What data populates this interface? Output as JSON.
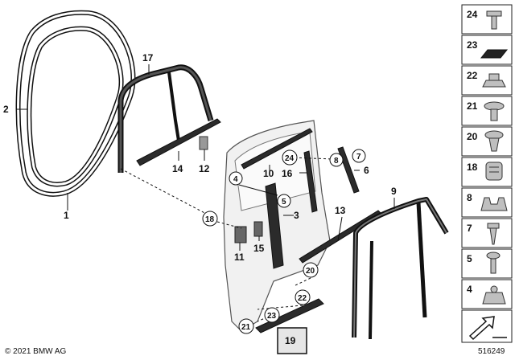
{
  "diagram": {
    "labels": {
      "p1": "1",
      "p2": "2",
      "p3": "3",
      "p4": "4",
      "p5": "5",
      "p6": "6",
      "p7": "7",
      "p8": "8",
      "p9": "9",
      "p10": "10",
      "p11": "11",
      "p12": "12",
      "p13": "13",
      "p14": "14",
      "p15": "15",
      "p16": "16",
      "p17": "17",
      "p18": "18",
      "p19": "19",
      "p20": "20",
      "p21": "21",
      "p22": "22",
      "p23": "23",
      "p24": "24"
    },
    "highlighted_part": "19"
  },
  "legend": {
    "items": [
      {
        "number": "24",
        "icon": "bolt-screw-icon"
      },
      {
        "number": "23",
        "icon": "pad-icon"
      },
      {
        "number": "22",
        "icon": "clip-nut-icon"
      },
      {
        "number": "21",
        "icon": "push-rivet-icon"
      },
      {
        "number": "20",
        "icon": "expanding-rivet-icon"
      },
      {
        "number": "18",
        "icon": "plug-icon"
      },
      {
        "number": "8",
        "icon": "bracket-clip-icon"
      },
      {
        "number": "7",
        "icon": "tapping-screw-icon"
      },
      {
        "number": "5",
        "icon": "screw-icon"
      },
      {
        "number": "4",
        "icon": "spring-nut-icon"
      }
    ]
  },
  "footer": {
    "copyright": "© 2021 BMW AG",
    "doc_number": "516249"
  }
}
